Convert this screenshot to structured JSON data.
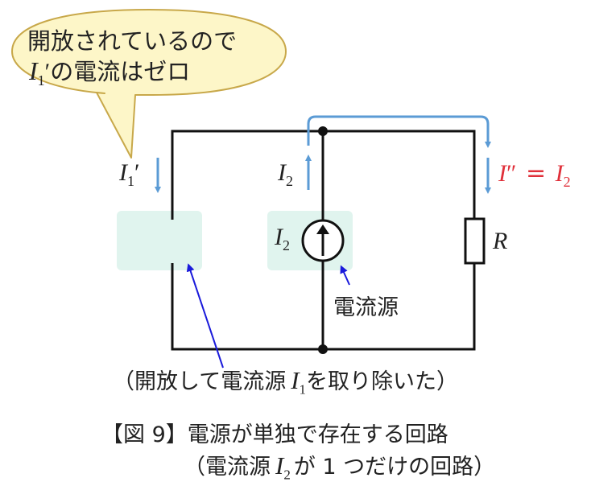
{
  "callout": {
    "line1": "開放されているので",
    "line2_var": "I",
    "line2_sub": "1",
    "line2_prime": "′",
    "line2_text": "の電流はゼロ"
  },
  "labels": {
    "i1_var": "I",
    "i1_sub": "1",
    "i1_prime": "′",
    "i2_var": "I",
    "i2_sub": "2",
    "src_var": "I",
    "src_sub": "2",
    "r_label": "R",
    "idd_var": "I",
    "idd_primes": "″",
    "idd_eq": "=",
    "idd_rhs_var": "I",
    "idd_rhs_sub": "2",
    "source_name": "電流源"
  },
  "note": {
    "pre": "（開放して電流源",
    "var": "I",
    "sub": "1",
    "post": "を取り除いた）"
  },
  "caption": {
    "line1": "【図 9】電源が単独で存在する回路",
    "line2_pre": "（電流源",
    "line2_var": "I",
    "line2_sub": "2",
    "line2_post": "が 1 つだけの回路）"
  },
  "colors": {
    "wire": "#111111",
    "arrow_blue": "#5b9bd5",
    "pointer_blue": "#1a1adb",
    "highlight": "#e0f4ee",
    "callout_fill": "#fdf6c8",
    "callout_stroke": "#c8a84a",
    "red_text": "#e0303a"
  }
}
